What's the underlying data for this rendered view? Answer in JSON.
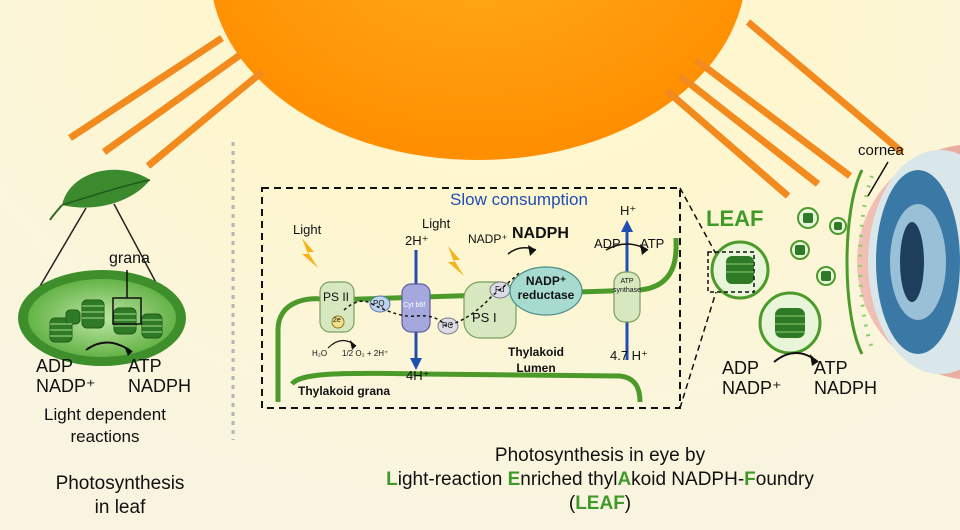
{
  "leaf_panel": {
    "grana_label": "grana",
    "inputs": [
      "ADP",
      "NADP⁺"
    ],
    "outputs": [
      "ATP",
      "NADPH"
    ],
    "process_line1": "Light dependent",
    "process_line2": "reactions",
    "caption_line1": "Photosynthesis",
    "caption_line2": "in leaf"
  },
  "thylakoid_diagram": {
    "slow_consumption": "Slow consumption",
    "light_label_1": "Light",
    "light_label_2": "Light",
    "ps2_label": "PS II",
    "pq_label": "PQ",
    "cyt_label": "Cyt b6f",
    "pc_label": "PC",
    "ps1_label": "PS I",
    "fd_label": "Fd",
    "electron_label": "2e",
    "water_split_left": "H₂O",
    "water_split_right": "1/2 O₂ + 2H⁺",
    "proton_2h": "2H⁺",
    "proton_4h": "4H⁺",
    "nadp_plus": "NADP⁺",
    "nadph": "NADPH",
    "reductase_line1": "NADP⁺",
    "reductase_line2": "reductase",
    "h_plus": "H⁺",
    "adp": "ADP",
    "atp": "ATP",
    "atp_synthase_line1": "ATP",
    "atp_synthase_line2": "synthase",
    "lumen_h": "4.7 H⁺",
    "lumen_line1": "Thylakoid",
    "lumen_line2": "Lumen",
    "grana_label": "Thylakoid grana"
  },
  "eye_panel": {
    "leaf_title": "LEAF",
    "cornea_label": "cornea",
    "inputs": [
      "ADP",
      "NADP⁺"
    ],
    "outputs": [
      "ATP",
      "NADPH"
    ]
  },
  "bottom_caption": {
    "line1": "Photosynthesis in eye by",
    "line2": {
      "L": "L",
      "part1": "ight-reaction ",
      "E": "E",
      "part2": "nriched thyl",
      "A": "A",
      "part3": "koid NADPH-",
      "F": "F",
      "part4": "oundry"
    },
    "line3": {
      "open": "(",
      "acronym": "LEAF",
      "close": ")"
    }
  },
  "colors": {
    "sun": "#ff9a00",
    "ray": "#f28a1e",
    "membrane_green": "#4c9a2a",
    "accent_green": "#3f9a2a",
    "proton_blue": "#1f4fb4"
  }
}
